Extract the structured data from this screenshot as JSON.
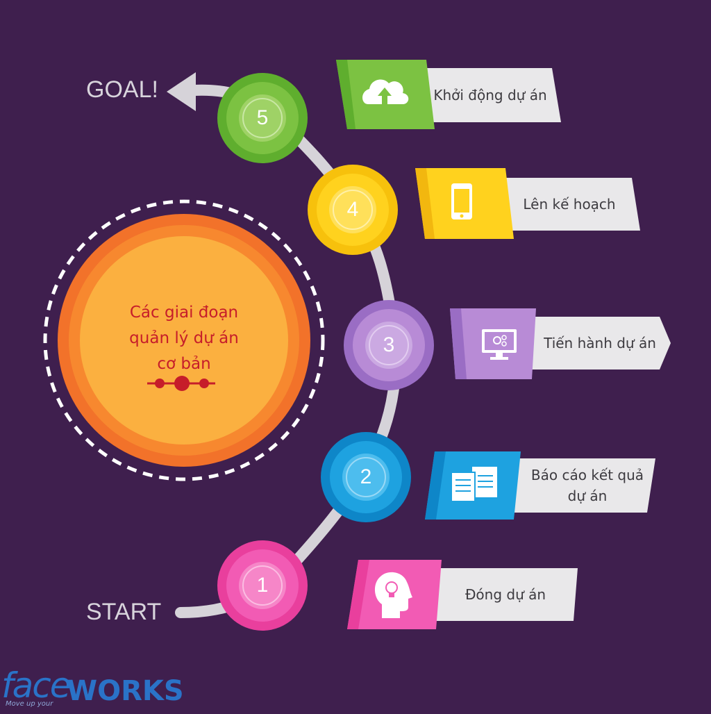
{
  "center": {
    "title_lines": [
      "Các giai đoạn",
      "quản lý dự án",
      "cơ bản"
    ]
  },
  "goal_label": "GOAL!",
  "start_label": "START",
  "steps": [
    {
      "number": "5",
      "label": "Khởi động dự án",
      "color": "#7cc242",
      "icon": "cloud-upload-icon"
    },
    {
      "number": "4",
      "label": "Lên kế hoạch",
      "color": "#ffd21e",
      "icon": "smartphone-icon"
    },
    {
      "number": "3",
      "label": "Tiến hành dự án",
      "color": "#b88bd6",
      "icon": "monitor-gears-icon"
    },
    {
      "number": "2",
      "label": "Báo cáo kết quả dự án",
      "color": "#1ea2e0",
      "icon": "documents-icon"
    },
    {
      "number": "1",
      "label": "Đóng dự án",
      "color": "#f25bb4",
      "icon": "head-lightbulb-icon"
    }
  ],
  "logo": {
    "part1": "face",
    "part2": "WORKS",
    "tagline": "Move up your"
  },
  "colors": {
    "background": "#3f1f4e",
    "center_outer": "#f2722a",
    "center_inner": "#fbb040",
    "title_red": "#c61d2a",
    "card_gray": "#e9e8ea",
    "path_gray": "#d6d3d9"
  }
}
